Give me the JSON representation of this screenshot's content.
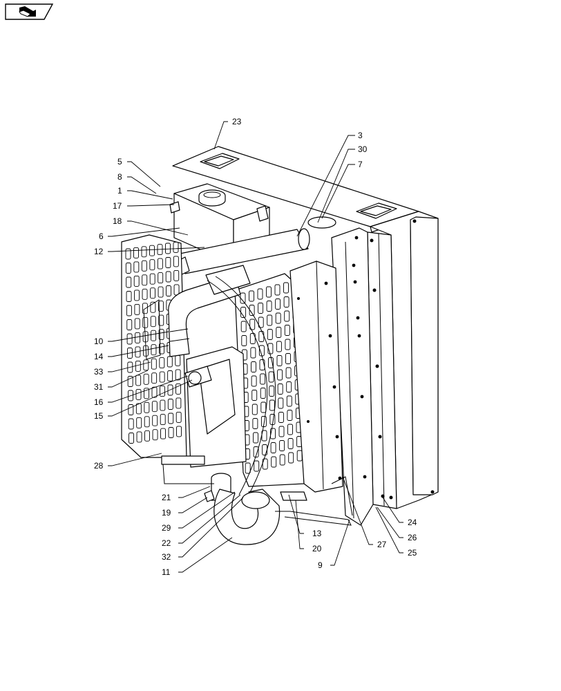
{
  "page": {
    "nav_badge_icon": "page-nav-arrow-icon"
  },
  "callouts": [
    {
      "id": "c23",
      "text": "23"
    },
    {
      "id": "c3",
      "text": "3"
    },
    {
      "id": "c30",
      "text": "30"
    },
    {
      "id": "c7",
      "text": "7"
    },
    {
      "id": "c5",
      "text": "5"
    },
    {
      "id": "c8",
      "text": "8"
    },
    {
      "id": "c1",
      "text": "1"
    },
    {
      "id": "c17",
      "text": "17"
    },
    {
      "id": "c18",
      "text": "18"
    },
    {
      "id": "c6",
      "text": "6"
    },
    {
      "id": "c12",
      "text": "12"
    },
    {
      "id": "c10",
      "text": "10"
    },
    {
      "id": "c14",
      "text": "14"
    },
    {
      "id": "c33",
      "text": "33"
    },
    {
      "id": "c31",
      "text": "31"
    },
    {
      "id": "c16",
      "text": "16"
    },
    {
      "id": "c15",
      "text": "15"
    },
    {
      "id": "c28",
      "text": "28"
    },
    {
      "id": "c21",
      "text": "21"
    },
    {
      "id": "c19",
      "text": "19"
    },
    {
      "id": "c29",
      "text": "29"
    },
    {
      "id": "c22",
      "text": "22"
    },
    {
      "id": "c32",
      "text": "32"
    },
    {
      "id": "c11",
      "text": "11"
    },
    {
      "id": "c13",
      "text": "13"
    },
    {
      "id": "c20",
      "text": "20"
    },
    {
      "id": "c9",
      "text": "9"
    },
    {
      "id": "c27",
      "text": "27"
    },
    {
      "id": "c24",
      "text": "24"
    },
    {
      "id": "c26",
      "text": "26"
    },
    {
      "id": "c25",
      "text": "25"
    }
  ]
}
